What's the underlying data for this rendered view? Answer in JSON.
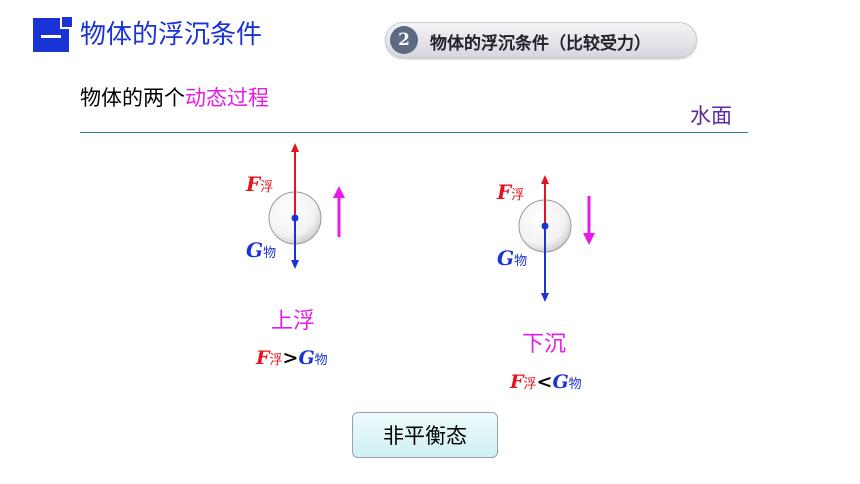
{
  "header": {
    "section_mark": "一",
    "title": "物体的浮沉条件",
    "pill_number": "2",
    "pill_text": "物体的浮沉条件（比较受力）"
  },
  "subtitle": {
    "prefix": "物体的两个",
    "highlight": "动态过程"
  },
  "water_label": "水面",
  "left_case": {
    "f_symbol": "F",
    "f_sub": "浮",
    "g_symbol": "G",
    "g_sub": "物",
    "state": "上浮",
    "relation": ">"
  },
  "right_case": {
    "f_symbol": "F",
    "f_sub": "浮",
    "g_symbol": "G",
    "g_sub": "物",
    "state": "下沉",
    "relation": "<"
  },
  "button_label": "非平衡态",
  "colors": {
    "title_blue": "#1a33d6",
    "highlight_magenta": "#e81ce8",
    "force_red": "#e3141e",
    "water_line": "#2f7e86",
    "water_label": "#5a2aa0"
  }
}
